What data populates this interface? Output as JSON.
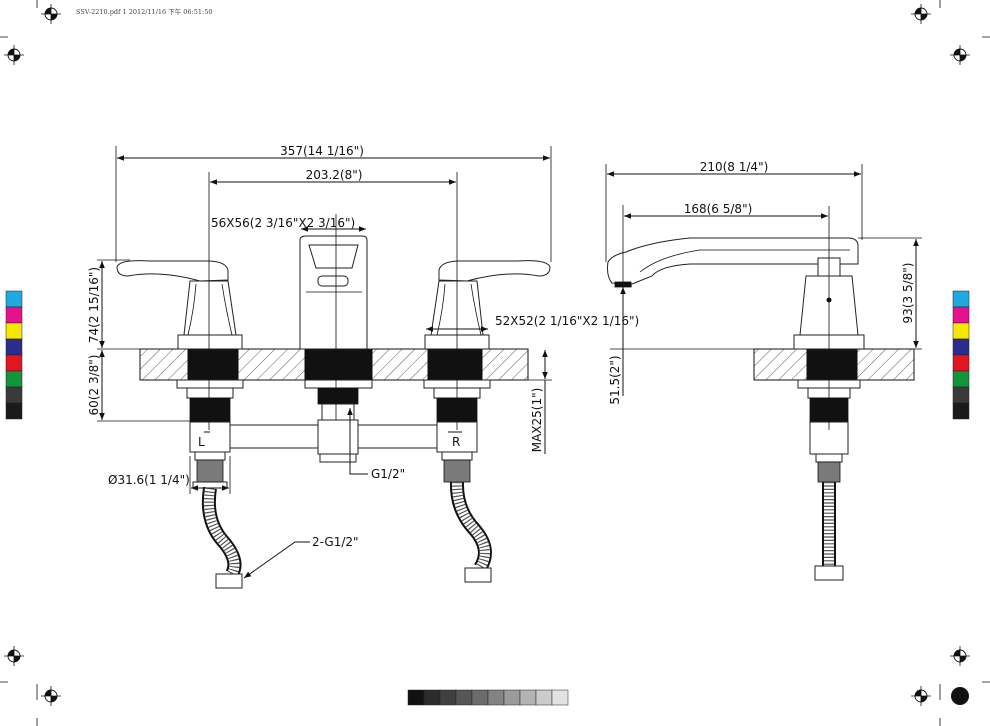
{
  "header": {
    "file_info": "SSV-2210.pdf  1   2012/11/16   下午 06:51:50"
  },
  "dimensions": {
    "overall_width": "357(14 1/16\")",
    "center_spacing": "203.2(8\")",
    "spout_base": "56X56(2 3/16\"X2 3/16\")",
    "handle_base": "52X52(2 1/16\"X2 1/16\")",
    "handle_height": "74(2 15/16\")",
    "below_deck": "60(2 3/8\")",
    "max_deck": "MAX25(1\")",
    "shank_diameter": "Ø31.6(1 1/4\")",
    "inlet_thread": "G1/2\"",
    "hose_thread": "2-G1/2\"",
    "spout_length": "210(8 1/4\")",
    "spout_reach": "168(6 5/8\")",
    "spout_height": "93(3 5/8\")",
    "spout_below_deck": "51.5(2\")"
  },
  "marks": {
    "left_valve": "L",
    "right_valve": "R"
  },
  "colors": {
    "color_bar": [
      "#1fa9e1",
      "#e5128b",
      "#f5e800",
      "#2b2d8e",
      "#e3161d",
      "#12943d",
      "#3a3a3a",
      "#1a1a1a"
    ],
    "grey_steps": [
      "#111111",
      "#2b2b2b",
      "#404040",
      "#565656",
      "#6c6c6c",
      "#838383",
      "#9b9b9b",
      "#b3b3b3",
      "#cbcbcb",
      "#e2e2e2"
    ]
  }
}
